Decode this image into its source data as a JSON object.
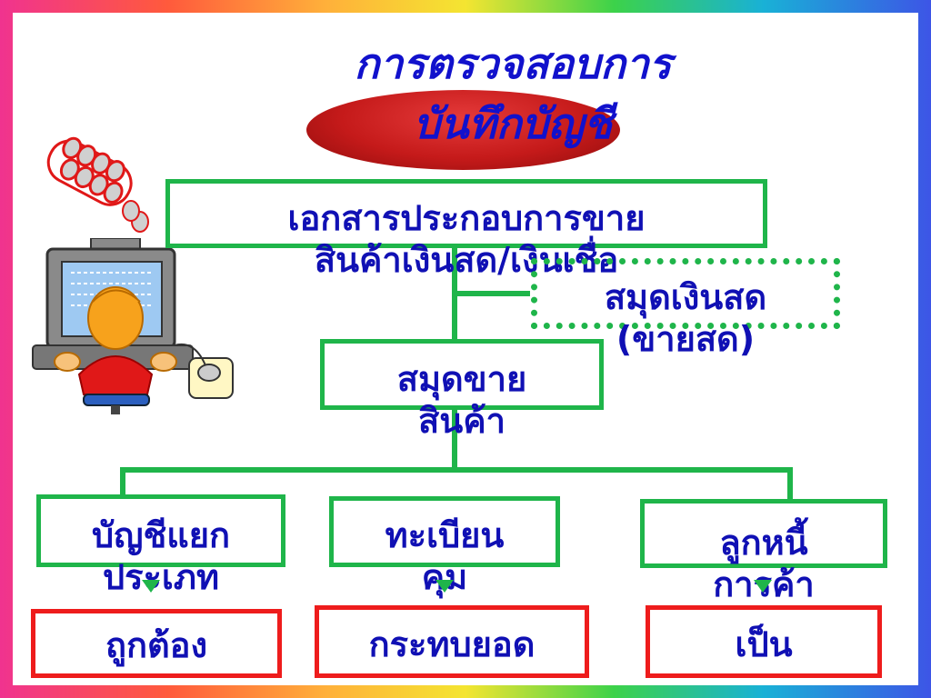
{
  "title": {
    "line1": "การตรวจสอบการ",
    "line2": "บันทึกบัญชี"
  },
  "boxes": {
    "source_docs": "เอกสารประกอบการขาย\nสินค้าเงินสด/เงินเชื่อ",
    "cash_book": "สมุดเงินสด\n(ขายสด)",
    "sales_journal": "สมุดขาย\nสินค้า",
    "ledger": "บัญชีแยก\nประเภท",
    "register": "ทะเบียน\nคุม",
    "debtors": "ลูกหนี้\nการค้า"
  },
  "results": {
    "r1": "ถูกต้อง",
    "r2": "กระทบยอด",
    "r3": "เป็น"
  },
  "colors": {
    "title": "#1111cc",
    "text": "#1010b4",
    "green": "#1fb54a",
    "red": "#ee1c1c"
  },
  "icons": [
    "coin-stack-icon",
    "person-at-computer-icon"
  ]
}
